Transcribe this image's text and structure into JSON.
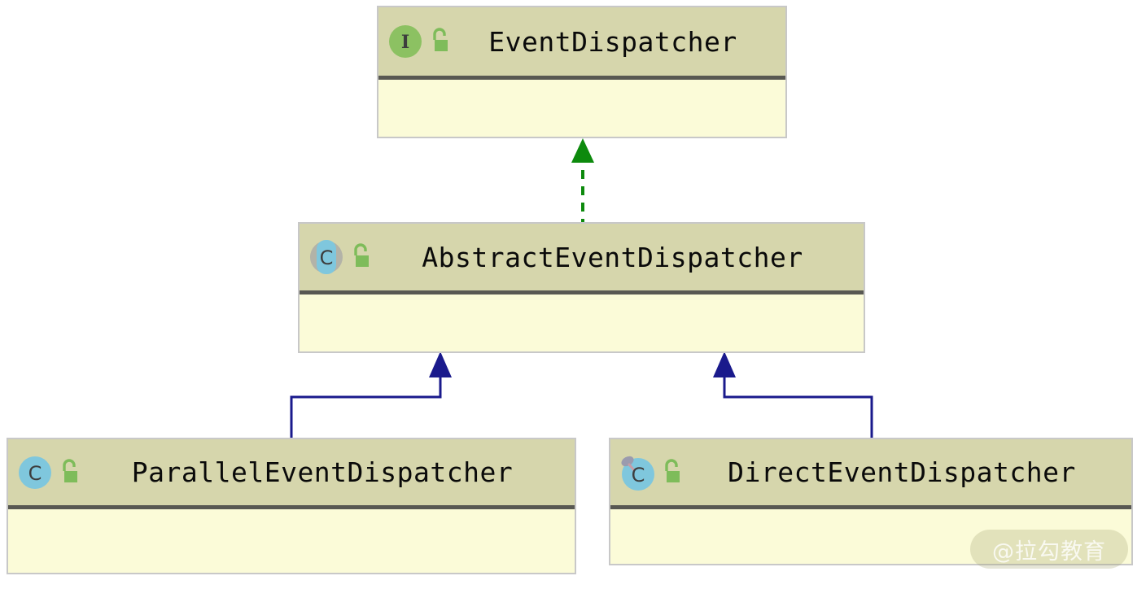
{
  "diagram": {
    "kind": "uml-class-diagram",
    "background": "#ffffff",
    "palette": {
      "header_fill": "#d6d6ac",
      "body_fill": "#fbfbd8",
      "box_border": "#c8c8c8",
      "header_divider": "#585852",
      "title_text": "#0a0a0a",
      "interface_icon": "#8cc162",
      "class_icon": "#7fc7dd",
      "abstract_ring": "#b3b3a8",
      "lock_green": "#7ebc5a",
      "realization_arrow": "#0d8a0d",
      "generalization_arrow": "#1a1a8c"
    },
    "classes": [
      {
        "id": "event-dispatcher",
        "name": "EventDispatcher",
        "stereotype": "interface",
        "icon": "interface-icon",
        "icon_letter": "I",
        "visibility_icon": "unlocked-padlock-icon",
        "visibility": "public",
        "members": []
      },
      {
        "id": "abstract-event-dispatcher",
        "name": "AbstractEventDispatcher",
        "stereotype": "abstract-class",
        "icon": "abstract-class-icon",
        "icon_letter": "C",
        "visibility_icon": "unlocked-padlock-icon",
        "visibility": "public",
        "members": []
      },
      {
        "id": "parallel-event-dispatcher",
        "name": "ParallelEventDispatcher",
        "stereotype": "class",
        "icon": "class-icon",
        "icon_letter": "C",
        "visibility_icon": "unlocked-padlock-icon",
        "visibility": "public",
        "members": []
      },
      {
        "id": "direct-event-dispatcher",
        "name": "DirectEventDispatcher",
        "stereotype": "class",
        "icon": "class-icon-with-marker",
        "icon_letter": "C",
        "visibility_icon": "unlocked-padlock-icon",
        "visibility": "public",
        "members": []
      }
    ],
    "relationships": [
      {
        "id": "rel-realization",
        "type": "realization",
        "line": "dashed",
        "arrow": "filled-triangle",
        "color": "#0d8a0d",
        "from": "abstract-event-dispatcher",
        "to": "event-dispatcher"
      },
      {
        "id": "rel-generalization-parallel",
        "type": "generalization",
        "line": "solid",
        "arrow": "filled-triangle",
        "color": "#1a1a8c",
        "from": "parallel-event-dispatcher",
        "to": "abstract-event-dispatcher"
      },
      {
        "id": "rel-generalization-direct",
        "type": "generalization",
        "line": "solid",
        "arrow": "filled-triangle",
        "color": "#1a1a8c",
        "from": "direct-event-dispatcher",
        "to": "abstract-event-dispatcher"
      }
    ]
  },
  "watermark": {
    "text": "@拉勾教育"
  }
}
